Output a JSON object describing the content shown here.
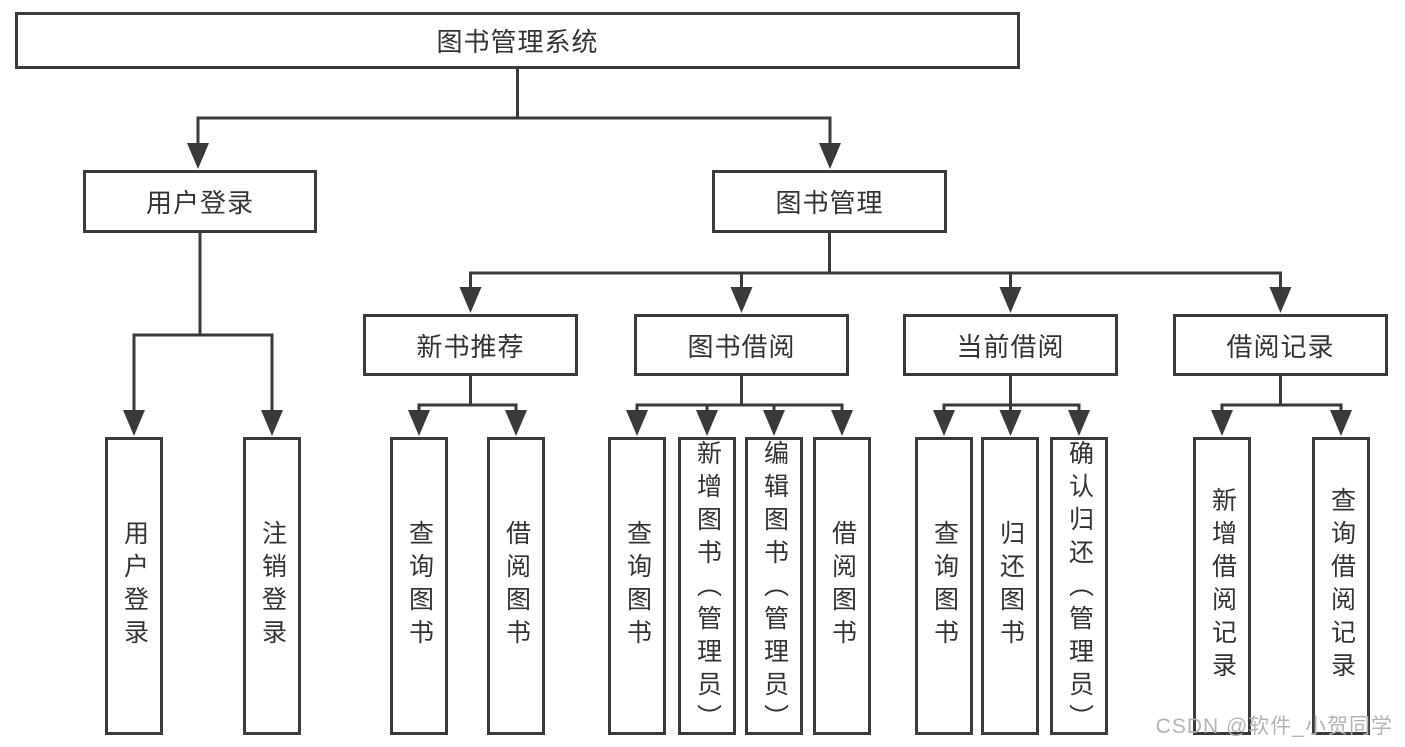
{
  "title": "图书管理系统",
  "colors": {
    "line": "#3a3a3a",
    "text": "#333333",
    "background": "#ffffff",
    "watermark": "#b3b3b3"
  },
  "nodes": {
    "root": "图书管理系统",
    "user_login": "用户登录",
    "book_management": "图书管理",
    "new_book_recommend": "新书推荐",
    "book_borrowing": "图书借阅",
    "current_borrowing": "当前借阅",
    "borrowing_records": "借阅记录",
    "leaves": {
      "user_login_1": "用户登录",
      "user_login_2": "注销登录",
      "new_book_1": "查询图书",
      "new_book_2": "借阅图书",
      "borrow_1": "查询图书",
      "borrow_2": "新增图书（管理员）",
      "borrow_3": "编辑图书（管理员）",
      "borrow_4": "借阅图书",
      "current_1": "查询图书",
      "current_2": "归还图书",
      "current_3": "确认归还（管理员）",
      "record_1": "新增借阅记录",
      "record_2": "查询借阅记录"
    }
  },
  "hierarchy": {
    "图书管理系统": [
      "用户登录",
      "图书管理"
    ],
    "用户登录": [
      "用户登录",
      "注销登录"
    ],
    "图书管理": [
      "新书推荐",
      "图书借阅",
      "当前借阅",
      "借阅记录"
    ],
    "新书推荐": [
      "查询图书",
      "借阅图书"
    ],
    "图书借阅": [
      "查询图书",
      "新增图书（管理员）",
      "编辑图书（管理员）",
      "借阅图书"
    ],
    "当前借阅": [
      "查询图书",
      "归还图书",
      "确认归还（管理员）"
    ],
    "借阅记录": [
      "新增借阅记录",
      "查询借阅记录"
    ]
  },
  "watermark": "CSDN @软件_小贺同学"
}
